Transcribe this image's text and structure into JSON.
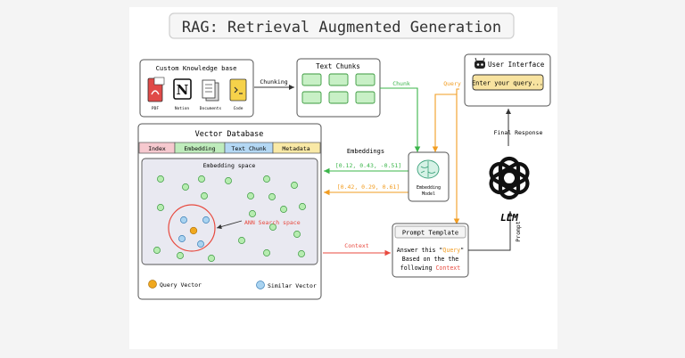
{
  "title": "RAG: Retrieval Augmented Generation",
  "knowledge_base": {
    "title": "Custom Knowledge base",
    "sources": [
      {
        "label": "PDF",
        "icon": "pdf-icon"
      },
      {
        "label": "Notion",
        "icon": "notion-icon"
      },
      {
        "label": "Documents",
        "icon": "documents-icon"
      },
      {
        "label": "Code",
        "icon": "code-icon"
      }
    ]
  },
  "text_chunks": {
    "title": "Text Chunks"
  },
  "edges": {
    "chunking": "Chunking",
    "chunk": "Chunk",
    "query": "Query",
    "embeddings": "Embeddings",
    "chunk_vector": "[0.12, 0.43, -0.51]",
    "query_vector": "[0.42, 0.29, 0.61]",
    "context": "Context",
    "final_response": "Final Response",
    "prompt": "Prompt"
  },
  "user_interface": {
    "title": "User Interface",
    "input_placeholder": "Enter your query..."
  },
  "embedding_model": {
    "label_line1": "Embedding",
    "label_line2": "Model"
  },
  "vector_db": {
    "title": "Vector Database",
    "columns": [
      "Index",
      "Embedding",
      "Text Chunk",
      "Metadata"
    ],
    "space_label": "Embedding space",
    "ann_label": "ANN Search space",
    "legend_query": "Query Vector",
    "legend_similar": "Similar Vector"
  },
  "prompt_template": {
    "title": "Prompt Template",
    "line1_pre": "Answer this \"",
    "line1_word": "Query",
    "line1_post": "\"",
    "line2": "Based on the the",
    "line3_pre": "following ",
    "line3_word": "Context"
  },
  "llm": {
    "label": "LLM"
  },
  "colors": {
    "green": "#3bb54a",
    "orange": "#f29d22",
    "red": "#e84a3f",
    "chunk_fill": "#c8f0c6",
    "dot_green": "#b6ecb0",
    "dot_blue": "#a9d3f0",
    "dot_query": "#f0a81e",
    "col_index": "#f6c9cf",
    "col_embedding": "#bfecbc",
    "col_text": "#b4d8f4",
    "col_meta": "#f9e9a6",
    "ui_input": "#f8e3a0"
  }
}
